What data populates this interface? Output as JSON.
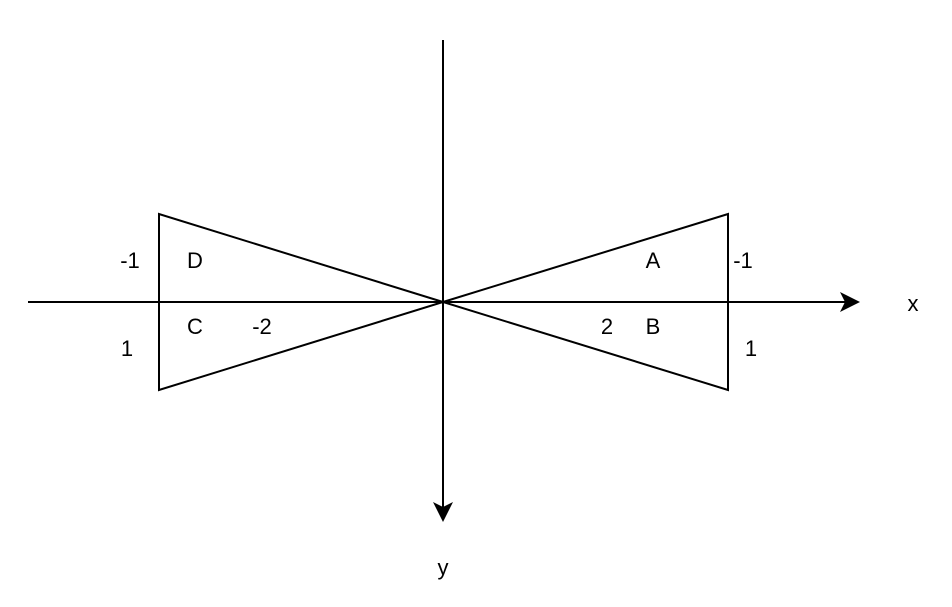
{
  "axes": {
    "x_label": "x",
    "y_label": "y"
  },
  "regions": {
    "a": "A",
    "b": "B",
    "c": "C",
    "d": "D"
  },
  "values": {
    "left_upper": "-1",
    "left_lower": "1",
    "right_upper": "-1",
    "right_lower": "1",
    "left_inner": "-2",
    "right_inner": "2"
  },
  "colors": {
    "stroke": "#000000",
    "background": "#ffffff"
  }
}
